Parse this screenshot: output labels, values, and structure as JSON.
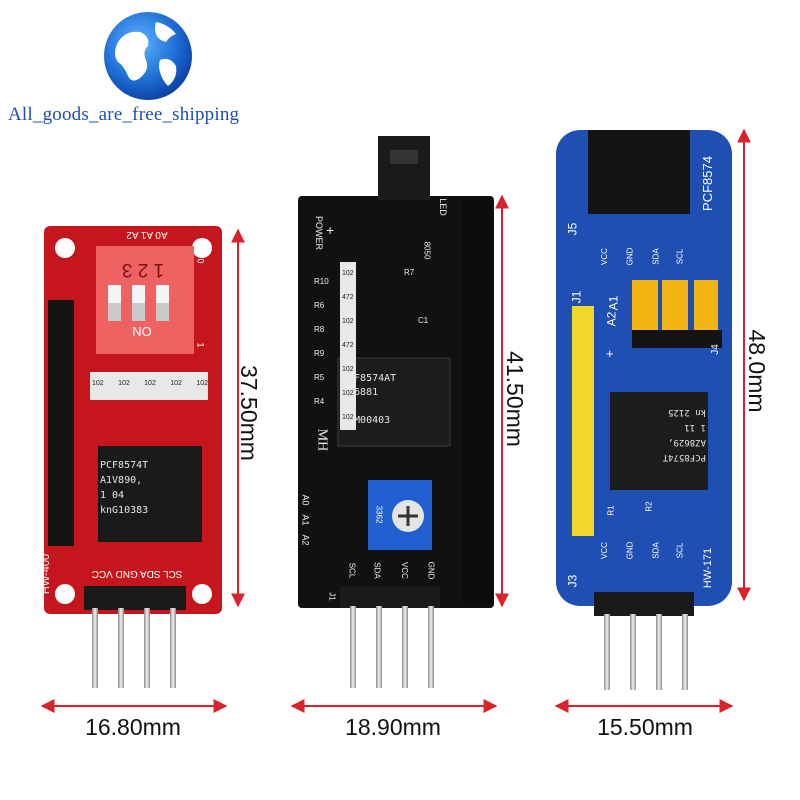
{
  "logo": {
    "text": "All_goods_are_free_shipping"
  },
  "colors": {
    "red_board": "#c4161c",
    "black_board": "#111111",
    "blue_board": "#1f4fb3",
    "dimension_arrow": "#d8232a",
    "gold_pins": "#d9b451"
  },
  "boards": [
    {
      "id": "red",
      "chip_lines": [
        "PCF8574T",
        "A1V890,",
        "1      04",
        "knG10383"
      ],
      "silkscreen": {
        "model": "HW-400",
        "chip_name": "PCF8574",
        "pins": "SCL SDA GND VCC",
        "dip_numbers": "1 2 3",
        "dip_on": "ON",
        "address_labels": "A0  A1  A2",
        "side_zero": "0",
        "side_one": "1",
        "resistors": [
          "102",
          "102",
          "102",
          "102",
          "102"
        ]
      },
      "width_label": "16.80mm",
      "height_label": "37.50mm"
    },
    {
      "id": "black",
      "chip_lines": [
        "PCF8574AT",
        "K36881",
        "02",
        "knM00403"
      ],
      "silkscreen": {
        "led": "LED",
        "power": "POWER",
        "transistor": "8050",
        "plus": "+",
        "mh": "MH",
        "j1": "J1",
        "pot": "3362",
        "resistor_names": [
          "R10",
          "R6",
          "R8",
          "R9",
          "R5",
          "R4"
        ],
        "resistor_values": [
          "102",
          "472",
          "102",
          "472",
          "102",
          "102",
          "102"
        ],
        "transistor_name": "R7",
        "cap": "C1",
        "address_labels": [
          "A0",
          "A1",
          "A2"
        ],
        "pins": [
          "SCL",
          "SDA",
          "VCC",
          "GND"
        ]
      },
      "width_label": "18.90mm",
      "height_label": "41.50mm"
    },
    {
      "id": "blue",
      "chip_lines": [
        "PCF8574T",
        "AZ8629,",
        "1   11",
        "kn 2125"
      ],
      "silkscreen": {
        "top_chip": "PCF8574",
        "j5": "J5",
        "j1": "J1",
        "a2": "A2",
        "a1": "A1",
        "plus": "+",
        "j4": "J4",
        "r1": "R1",
        "r2": "R2",
        "j3": "J3",
        "model": "HW-171",
        "top_pins": [
          "VCC",
          "GND",
          "SDA",
          "SCL"
        ],
        "bottom_pins": [
          "VCC",
          "GND",
          "SDA",
          "SCL"
        ]
      },
      "width_label": "15.50mm",
      "height_label": "48.0mm"
    }
  ]
}
